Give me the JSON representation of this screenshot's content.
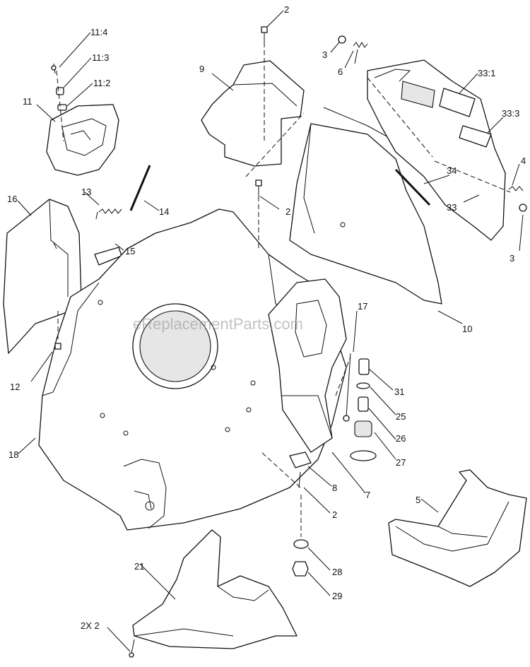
{
  "watermark": "eReplacementParts.com",
  "callouts": {
    "c2_top": "2",
    "c9": "9",
    "c3_top": "3",
    "c6": "6",
    "c33_1": "33:1",
    "c33_3": "33:3",
    "c4": "4",
    "c34": "34",
    "c33": "33",
    "c3_right": "3",
    "c10": "10",
    "c11_4": "11:4",
    "c11_3": "11:3",
    "c11_2": "11:2",
    "c11": "11",
    "c16": "16",
    "c13": "13",
    "c14": "14",
    "c15": "15",
    "c2_mid": "2",
    "c12": "12",
    "c17": "17",
    "c31": "31",
    "c25": "25",
    "c26": "26",
    "c27": "27",
    "c18": "18",
    "c8": "8",
    "c7": "7",
    "c2_low": "2",
    "c5": "5",
    "c21": "21",
    "c28": "28",
    "c29": "29",
    "c2x2": "2X 2"
  }
}
